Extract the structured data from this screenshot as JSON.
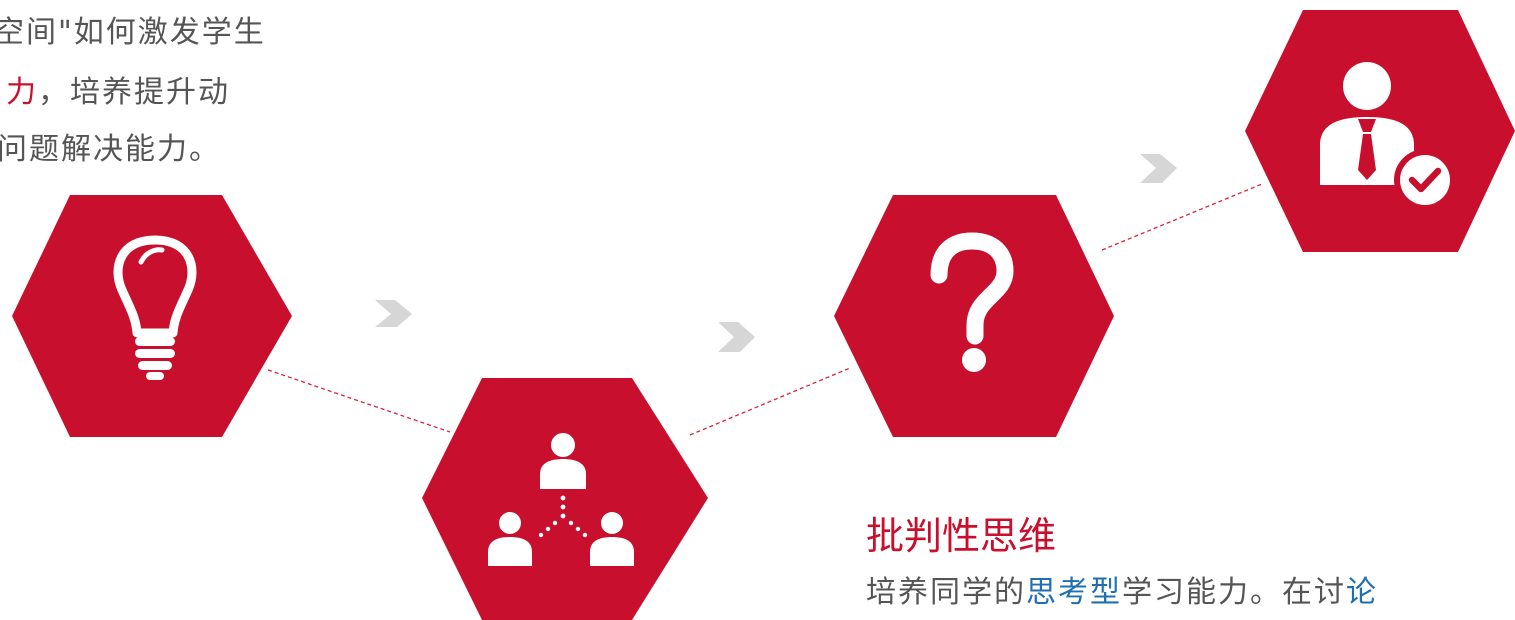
{
  "intro": {
    "line1": "空间\"如何激发学生",
    "line2_highlight": "力",
    "line2_rest": "，培养提升动",
    "line3": "问题解决能力。"
  },
  "critical_thinking": {
    "title": "批判性思维",
    "desc_part1": "培养同学的",
    "desc_highlight": "思考型",
    "desc_part2": "学习能力。在讨",
    "desc_part3": "论"
  },
  "icons": [
    "lightbulb-icon",
    "team-network-icon",
    "question-mark-icon",
    "approved-person-icon"
  ],
  "colors": {
    "hexagon": "#c8102e",
    "arrow": "#d6d6d6",
    "dashed_line": "#e0213b",
    "text": "#555555",
    "accent_red": "#c8102e",
    "accent_blue": "#1f6fb2"
  }
}
